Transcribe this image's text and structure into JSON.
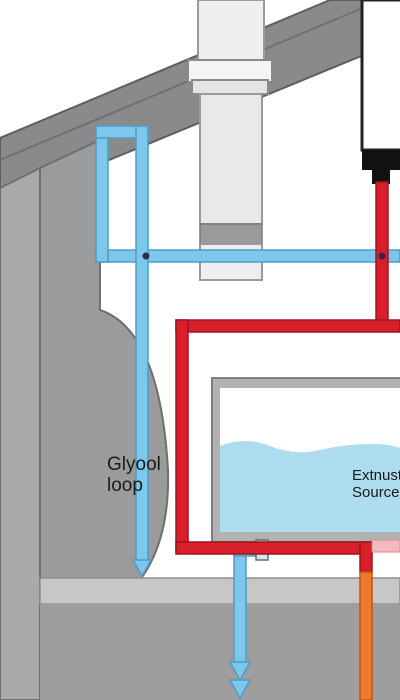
{
  "labels": {
    "glycol_loop": [
      "Glyool",
      "loop"
    ],
    "exhaust_source": [
      "Extnust",
      "Source"
    ]
  },
  "colors": {
    "sky": "#ffffff",
    "roof": "#8a8a8a",
    "roof_edge": "#5e5e5e",
    "wall": "#a9a9a9",
    "wall_dark": "#9b9b9b",
    "wall_edge": "#6f6f6f",
    "floor": "#c7c7c7",
    "floor_shadow": "#9e9e9e",
    "glycol_pipe": "#7dc6ec",
    "glycol_pipe_outline": "#4f9cc8",
    "hot_pipe": "#d81f2b",
    "hot_pipe_outline": "#9e1520",
    "orange_pipe": "#ee7a2b",
    "tank_frame": "#b2b2b2",
    "tank_fill": "#aedcef",
    "chimney": "#e9e9e9",
    "chimney_band": "#9a9a9a",
    "unit_box": "#ffffff",
    "unit_base": "#111111"
  },
  "icons": {
    "glycol_arrows": "arrow-down-icon",
    "chimney": "chimney-flue-icon",
    "water_heater": "boiler-unit-icon"
  }
}
